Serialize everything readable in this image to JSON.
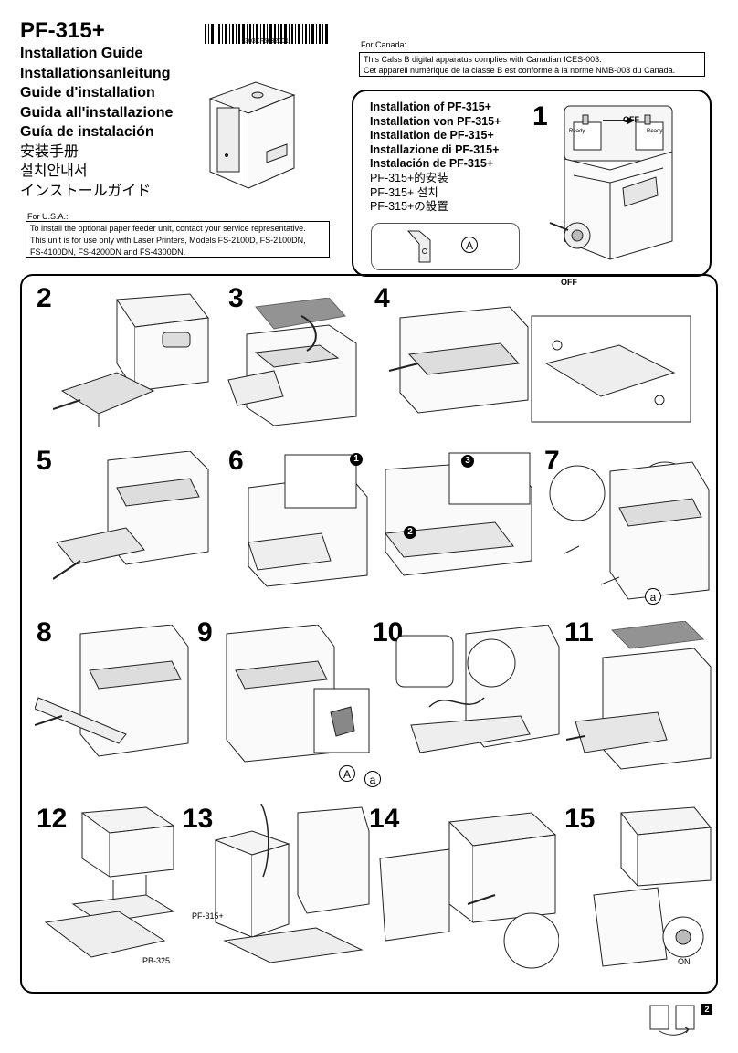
{
  "header": {
    "title": "PF-315+",
    "guide_titles": [
      "Installation Guide",
      "Installationsanleitung",
      "Guide d'installation",
      "Guida all'installazione",
      "Guía de instalación",
      "安装手册",
      "설치안내서",
      "インストールガイド"
    ],
    "barcode_number": "303KF5632001"
  },
  "usa": {
    "label": "For U.S.A.:",
    "lines": [
      "To install the optional paper feeder unit, contact your service representative.",
      "This unit is for use only with Laser Printers, Models FS-2100D, FS-2100DN,",
      "FS-4100DN, FS-4200DN and FS-4300DN."
    ]
  },
  "canada": {
    "label": "For Canada:",
    "lines": [
      "This Calss B digital apparatus complies with Canadian ICES-003.",
      "Cet appareil numérique de la classe B est conforme à la norme NMB-003 du Canada."
    ]
  },
  "install_titles": [
    "Installation of PF-315+",
    "Installation von PF-315+",
    "Installation de PF-315+",
    "Installazione di PF-315+",
    "Instalación de PF-315+",
    "PF-315+的安装",
    "PF-315+ 설치",
    "PF-315+の設置"
  ],
  "steps": [
    "1",
    "2",
    "3",
    "4",
    "5",
    "6",
    "7",
    "8",
    "9",
    "10",
    "11",
    "12",
    "13",
    "14",
    "15"
  ],
  "callouts": {
    "A": "A",
    "a": "a",
    "off": "OFF",
    "on": "ON",
    "ready": "Ready",
    "pf315": "PF-315+",
    "pb325": "PB-325",
    "b1": "1",
    "b2": "2",
    "b3": "3"
  },
  "footer": {
    "page_number": "2"
  }
}
